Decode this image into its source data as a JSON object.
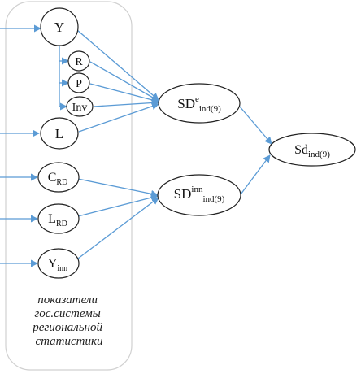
{
  "diagram": {
    "nodes": {
      "Y": {
        "label": "Y"
      },
      "R": {
        "label": "R"
      },
      "P": {
        "label": "P"
      },
      "Inv": {
        "label": "Inv"
      },
      "L": {
        "label": "L"
      },
      "C_RD": {
        "base": "C",
        "sub": "RD"
      },
      "L_RD": {
        "base": "L",
        "sub": "RD"
      },
      "Y_inn": {
        "base": "Y",
        "sub": "inn"
      },
      "SD_e": {
        "base": "SD",
        "sup": "e",
        "sub": "ind(9)"
      },
      "SD_inn": {
        "base": "SD",
        "sup": "inn",
        "sub": "ind(9)"
      },
      "Sd": {
        "base": "Sd",
        "sub": "ind(9)"
      }
    },
    "caption": [
      "показатели",
      "гос.системы",
      "региональной",
      "статистики"
    ],
    "colors": {
      "arrow": "#5b9bd5",
      "node_stroke": "#222222",
      "group_stroke": "#d0d0d0",
      "text": "#111111"
    }
  }
}
